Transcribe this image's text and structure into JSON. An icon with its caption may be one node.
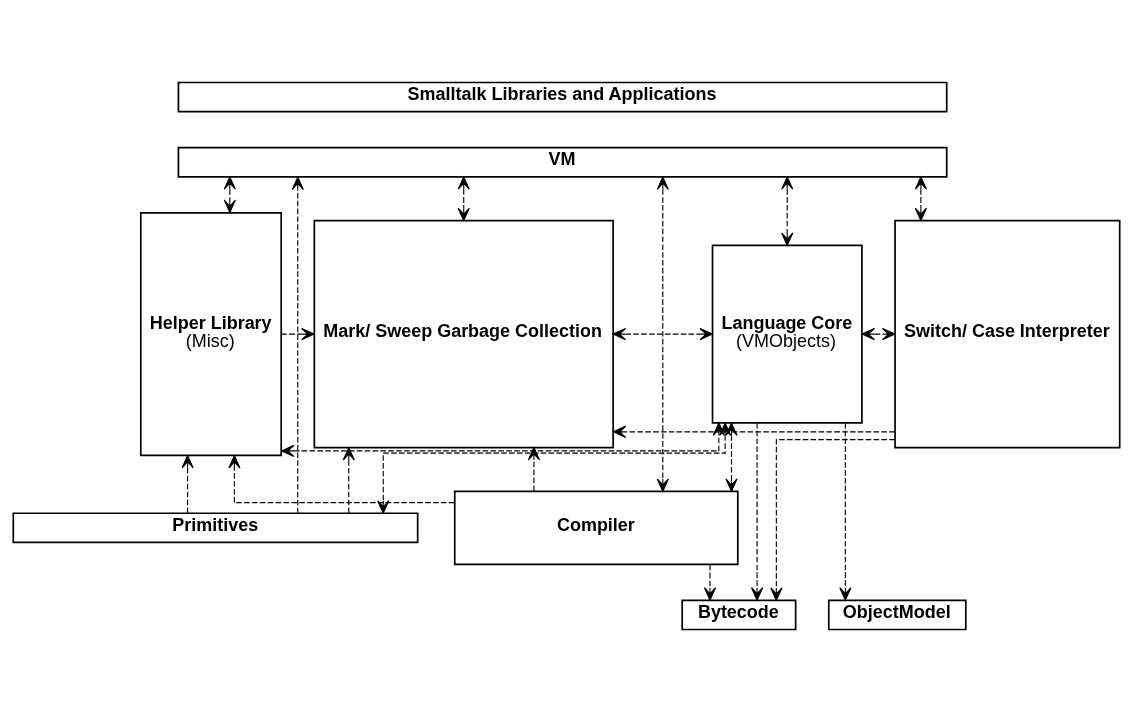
{
  "diagram": {
    "nodes": [
      {
        "text": [
          "Smalltalk Libraries and Applications"
        ]
      },
      {
        "text": [
          "VM"
        ]
      },
      {
        "text": [
          "Helper Library",
          "(Misc)"
        ]
      },
      {
        "text": [
          "Mark/ Sweep Garbage Collection"
        ]
      },
      {
        "text": [
          "Language Core",
          "(VMObjects)"
        ]
      },
      {
        "text": [
          "ObjectModel"
        ]
      },
      {
        "text": [
          "Bytecode"
        ]
      },
      {
        "text": [
          "Switch/ Case Interpreter"
        ]
      },
      {
        "text": [
          "Compiler"
        ]
      },
      {
        "text": [
          "Primitives"
        ]
      }
    ],
    "edges": [
      {
        "from": 1,
        "to": 2,
        "arrow": "both",
        "style": "dashed"
      },
      {
        "from": 1,
        "to": 3,
        "arrow": "both",
        "style": "dashed"
      },
      {
        "from": 1,
        "to": 4,
        "arrow": "both",
        "style": "dashed"
      },
      {
        "from": 9,
        "to": 1,
        "arrow": "to",
        "style": "dashed"
      },
      {
        "from": 1,
        "to": 7,
        "arrow": "both",
        "style": "dashed"
      },
      {
        "from": 1,
        "to": 8,
        "arrow": "both",
        "style": "dashed"
      },
      {
        "from": 2,
        "to": 4,
        "arrow": "both",
        "style": "dashed"
      },
      {
        "from": 3,
        "to": 4,
        "arrow": "both",
        "style": "dashed"
      },
      {
        "from": 2,
        "to": 3,
        "arrow": "to",
        "style": "dashed"
      },
      {
        "from": 4,
        "to": 5,
        "arrow": "to",
        "style": "dashed"
      },
      {
        "from": 4,
        "to": 6,
        "arrow": "to",
        "style": "dashed"
      },
      {
        "from": 4,
        "to": 7,
        "arrow": "both",
        "style": "dashed"
      },
      {
        "from": 7,
        "to": 6,
        "arrow": "to",
        "style": "dashed"
      },
      {
        "from": 7,
        "to": 3,
        "arrow": "to",
        "style": "dashed"
      },
      {
        "from": 8,
        "to": 6,
        "arrow": "to",
        "style": "dashed"
      },
      {
        "from": 4,
        "to": 8,
        "arrow": "both",
        "style": "dashed"
      },
      {
        "from": 8,
        "to": 3,
        "arrow": "to",
        "style": "dashed"
      },
      {
        "from": 8,
        "to": 2,
        "arrow": "to",
        "style": "dashed"
      },
      {
        "from": 4,
        "to": 9,
        "arrow": "both",
        "style": "dashed"
      },
      {
        "from": 9,
        "to": 3,
        "arrow": "to",
        "style": "dashed"
      },
      {
        "from": 9,
        "to": 2,
        "arrow": "to",
        "style": "dashed"
      }
    ]
  }
}
